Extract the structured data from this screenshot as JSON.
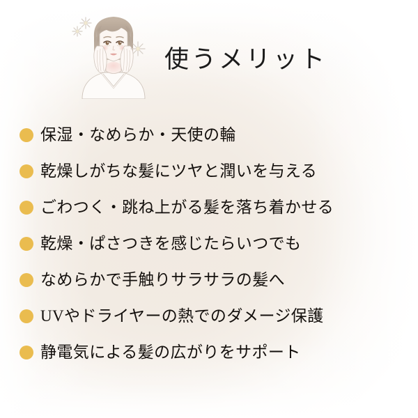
{
  "header": {
    "title": "使うメリット",
    "illustration": {
      "name": "woman-touching-face-illustration",
      "alt": "Illustration of a woman with both hands on her cheeks, surrounded by sparkles",
      "sparkle_count": 3,
      "colors": {
        "hair": "#b9aa9c",
        "skin": "#fbf5f1",
        "blush": "#f0c7c2",
        "outline": "#c8bdb4",
        "sparkle": "#d9d2cb",
        "sparkle_center": "#f4ecd2"
      }
    }
  },
  "benefits": {
    "bullet_color": "#eabc4f",
    "items": [
      {
        "text": "保湿・なめらか・天使の輪"
      },
      {
        "text": "乾燥しがちな髪にツヤと潤いを与える"
      },
      {
        "text": "ごわつく・跳ね上がる髪を落ち着かせる"
      },
      {
        "text": "乾燥・ぱさつきを感じたらいつでも"
      },
      {
        "text": "なめらかで手触りサラサラの髪へ"
      },
      {
        "text": "UVやドライヤーの熱でのダメージ保護"
      },
      {
        "text": "静電気による髪の広がりをサポート"
      }
    ]
  },
  "theme": {
    "background_base": "#ffffff",
    "background_glow": "#f2ebe3",
    "text_color": "#14100d",
    "accent": "#eabc4f"
  }
}
